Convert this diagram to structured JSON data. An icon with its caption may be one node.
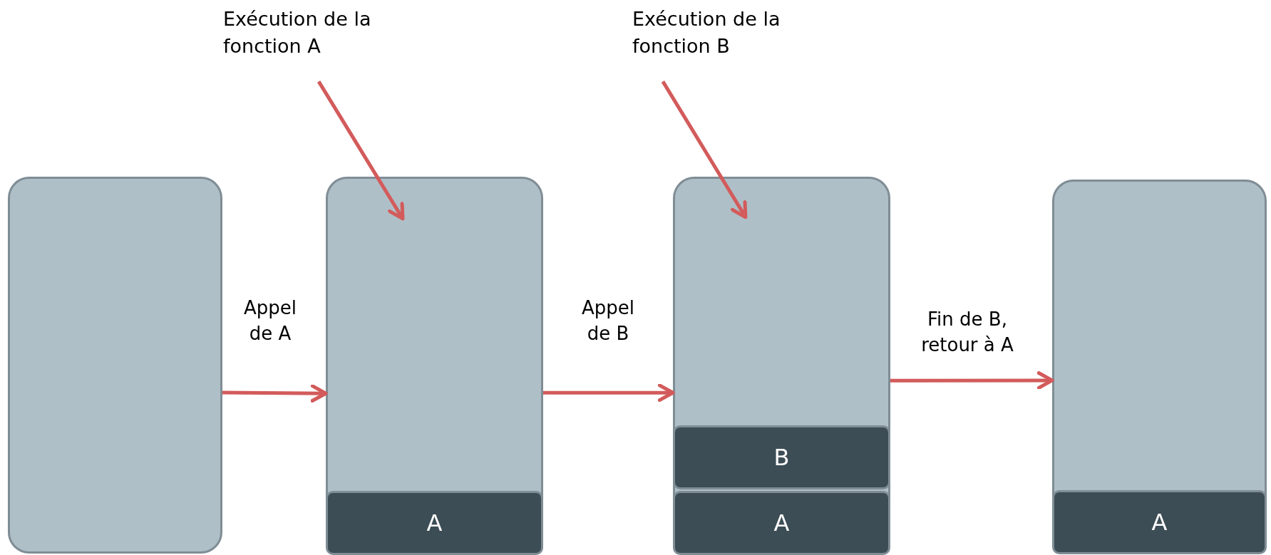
{
  "diagram": {
    "nodes": [
      {
        "text": [],
        "shape": "box"
      },
      {
        "text": [],
        "shape": "box"
      },
      {
        "text": [
          "A"
        ],
        "in": 1
      },
      {
        "text": [],
        "shape": "box"
      },
      {
        "text": [
          "B"
        ],
        "in": 3
      },
      {
        "text": [
          "A"
        ],
        "in": 3
      },
      {
        "text": [],
        "shape": "box"
      },
      {
        "text": [
          "A"
        ],
        "in": 6
      },
      {
        "text": [
          "Exécution de la fonction A"
        ]
      },
      {
        "text": [
          "Exécution de la fonction B"
        ]
      }
    ],
    "edges": [
      {
        "from": 0,
        "to": 1,
        "arrow": "to",
        "label": "Appel de A"
      },
      {
        "from": 1,
        "to": 3,
        "arrow": "to",
        "label": "Appel de B"
      },
      {
        "from": 3,
        "to": 6,
        "arrow": "to",
        "label": "Fin de B, retour à A"
      },
      {
        "from": 8,
        "to": 1,
        "arrow": "to"
      },
      {
        "from": 9,
        "to": 3,
        "arrow": "to"
      }
    ]
  }
}
